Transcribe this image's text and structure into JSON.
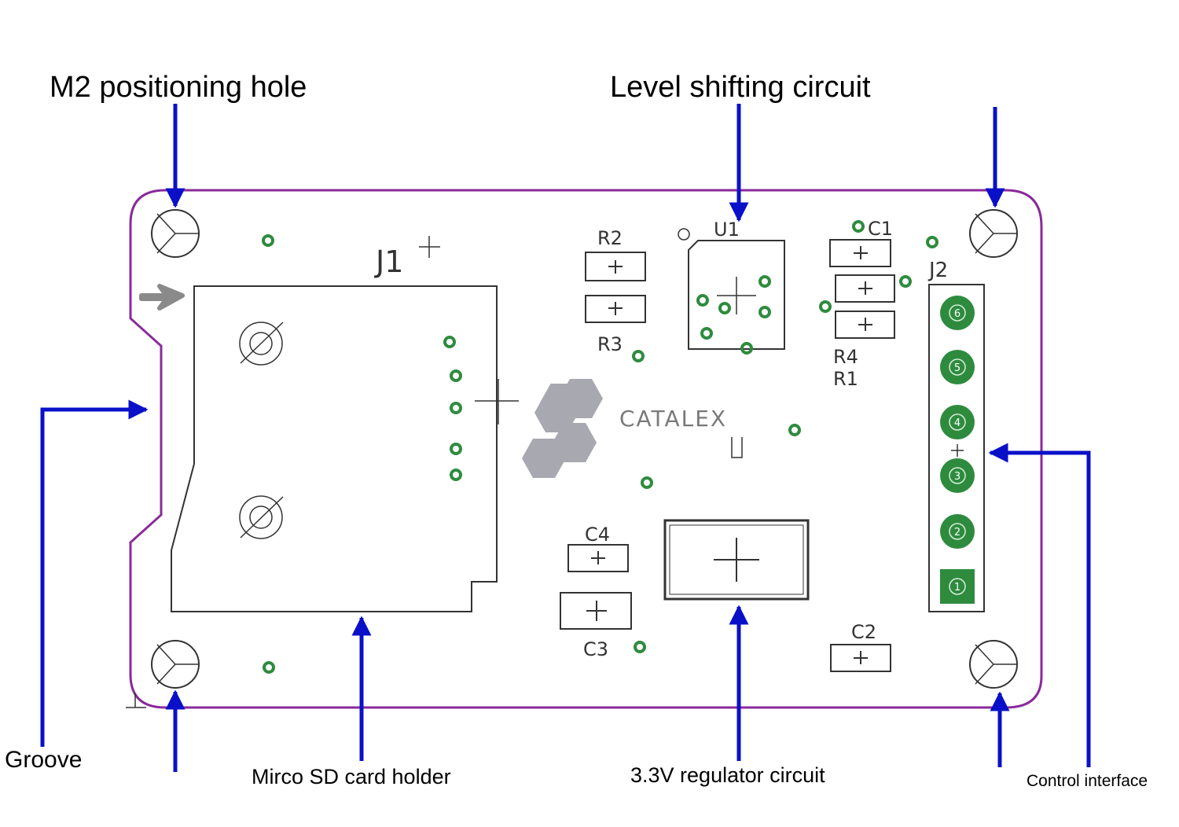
{
  "callouts": {
    "m2_hole": "M2 positioning hole",
    "level_shift": "Level shifting circuit",
    "groove": "Groove",
    "sd_holder": "Mirco SD card holder",
    "regulator": "3.3V regulator circuit",
    "control": "Control interface"
  },
  "silkscreen": {
    "j1": "J1",
    "j2": "J2",
    "u1": "U1",
    "r2": "R2",
    "r3": "R3",
    "r4": "R4",
    "r1": "R1",
    "c1": "C1",
    "c2": "C2",
    "c3": "C3",
    "c4": "C4",
    "logo": "CATALEX"
  },
  "connector_pins": [
    "6",
    "5",
    "4",
    "3",
    "2",
    "1"
  ],
  "colors": {
    "arrow": "#0a10c8",
    "outline": "#8a2a9a",
    "pad": "#2e8b3e",
    "silk": "#333333",
    "logo_hex": "#a8a8b0"
  }
}
